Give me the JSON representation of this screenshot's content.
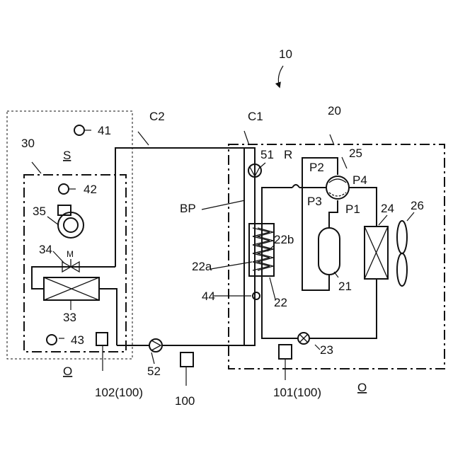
{
  "labels": {
    "system": "10",
    "outdoor_unit": "20",
    "indoor_unit": "30",
    "circuit_c1": "C1",
    "circuit_c2": "C2",
    "refrigerant_circuit": "R",
    "bypass": "BP",
    "space": "S",
    "outdoor_o_left": "O",
    "outdoor_o_right": "O",
    "heat_exchanger_22": "22",
    "hx_side_a": "22a",
    "hx_side_b": "22b",
    "compressor": "21",
    "expansion_valve": "23",
    "outdoor_coil": "24",
    "switch_valve": "25",
    "fan": "26",
    "indoor_coil": "33",
    "valve_34": "34",
    "valve_motor": "M",
    "indoor_fan": "35",
    "sensor_41": "41",
    "sensor_42": "42",
    "sensor_43": "43",
    "sensor_44": "44",
    "pump_51": "51",
    "pump_52": "52",
    "controller_100": "100",
    "controller_101": "101(100)",
    "controller_102": "102(100)",
    "port_p1": "P1",
    "port_p2": "P2",
    "port_p3": "P3",
    "port_p4": "P4"
  }
}
